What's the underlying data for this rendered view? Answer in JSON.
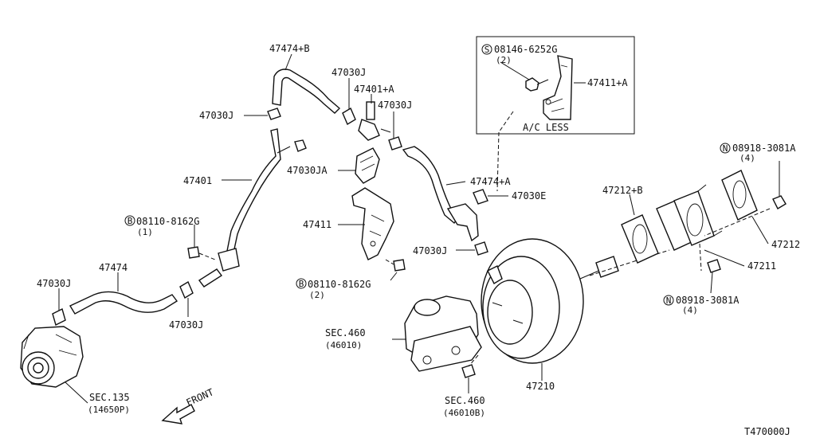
{
  "labels": {
    "hose_upper": "47474+B",
    "clamp_top": "47030J",
    "valve": "47401+A",
    "clamp_mid": "47030J",
    "clamp_left": "47030J",
    "tube": "47401",
    "clamp_ja": "47030JA",
    "bolt_b1": "08110-8162G",
    "bolt_b1_qty": "(1)",
    "bracket": "47411",
    "hose_lower": "47474",
    "clamp_far_left": "47030J",
    "clamp_bottom": "47030J",
    "bolt_b2": "08110-8162G",
    "bolt_b2_qty": "(2)",
    "clamp_booster": "47030J",
    "hose_a": "47474+A",
    "clamp_e": "47030E",
    "screw_s": "08146-6252G",
    "screw_s_qty": "(2)",
    "bracket_a": "47411+A",
    "ac_less": "A/C LESS",
    "nut_n1": "08918-3081A",
    "nut_n1_qty": "(4)",
    "gasket_b": "47212+B",
    "gasket": "47212",
    "spacer": "47211",
    "nut_n2": "08918-3081A",
    "nut_n2_qty": "(4)",
    "booster": "47210",
    "sec460a": "SEC.460",
    "sec460a_code": "(46010)",
    "sec460b": "SEC.460",
    "sec460b_code": "(46010B)",
    "sec135": "SEC.135",
    "sec135_code": "(14650P)",
    "front": "FRONT",
    "drawing_no": "T470000J"
  },
  "markers": {
    "bolt": "B",
    "screw": "S",
    "nut": "N"
  }
}
